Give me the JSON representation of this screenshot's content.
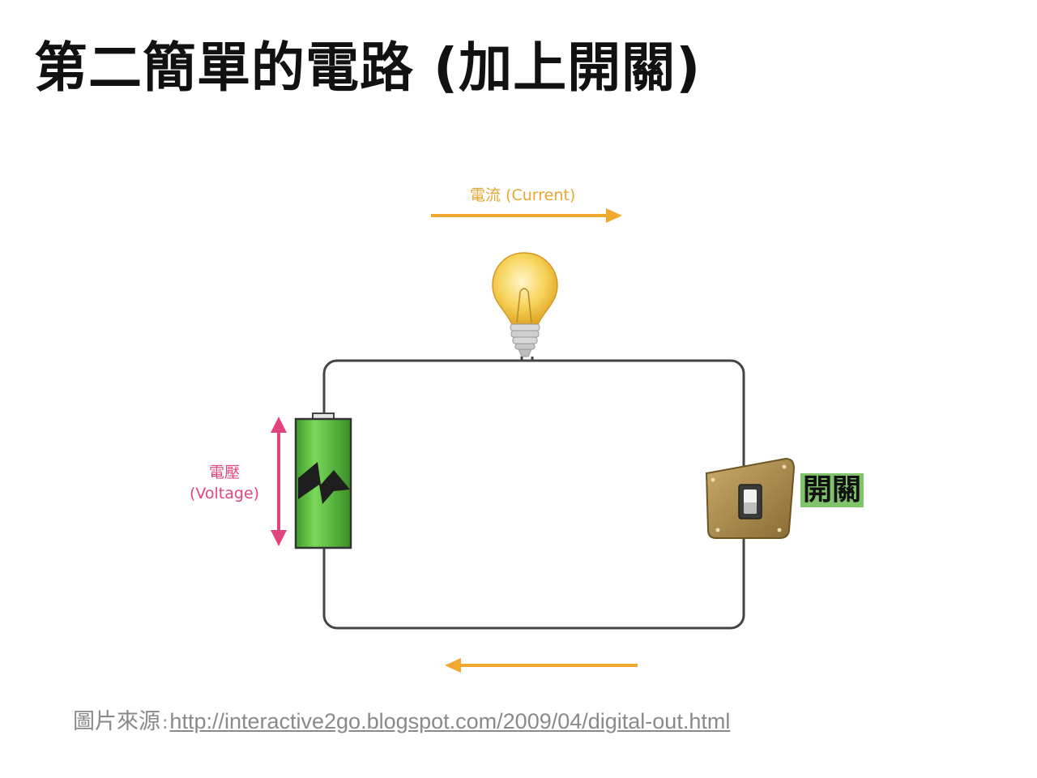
{
  "slide": {
    "title": "第二簡單的電路 (加上開關)"
  },
  "diagram": {
    "current_label": "電流 (Current)",
    "voltage_label_zh": "電壓",
    "voltage_label_en": "(Voltage)",
    "switch_label": "開關",
    "colors": {
      "wire": "#444444",
      "current_arrow": "#f0a830",
      "voltage_arrow": "#e0457e",
      "battery": "#5cc040",
      "switch_plate": "#a8894a",
      "switch_highlight": "#7fc36a"
    }
  },
  "footer": {
    "source_label": "圖片來源",
    "separator": ":",
    "source_url": "http://interactive2go.blogspot.com/2009/04/digital-out.html"
  }
}
